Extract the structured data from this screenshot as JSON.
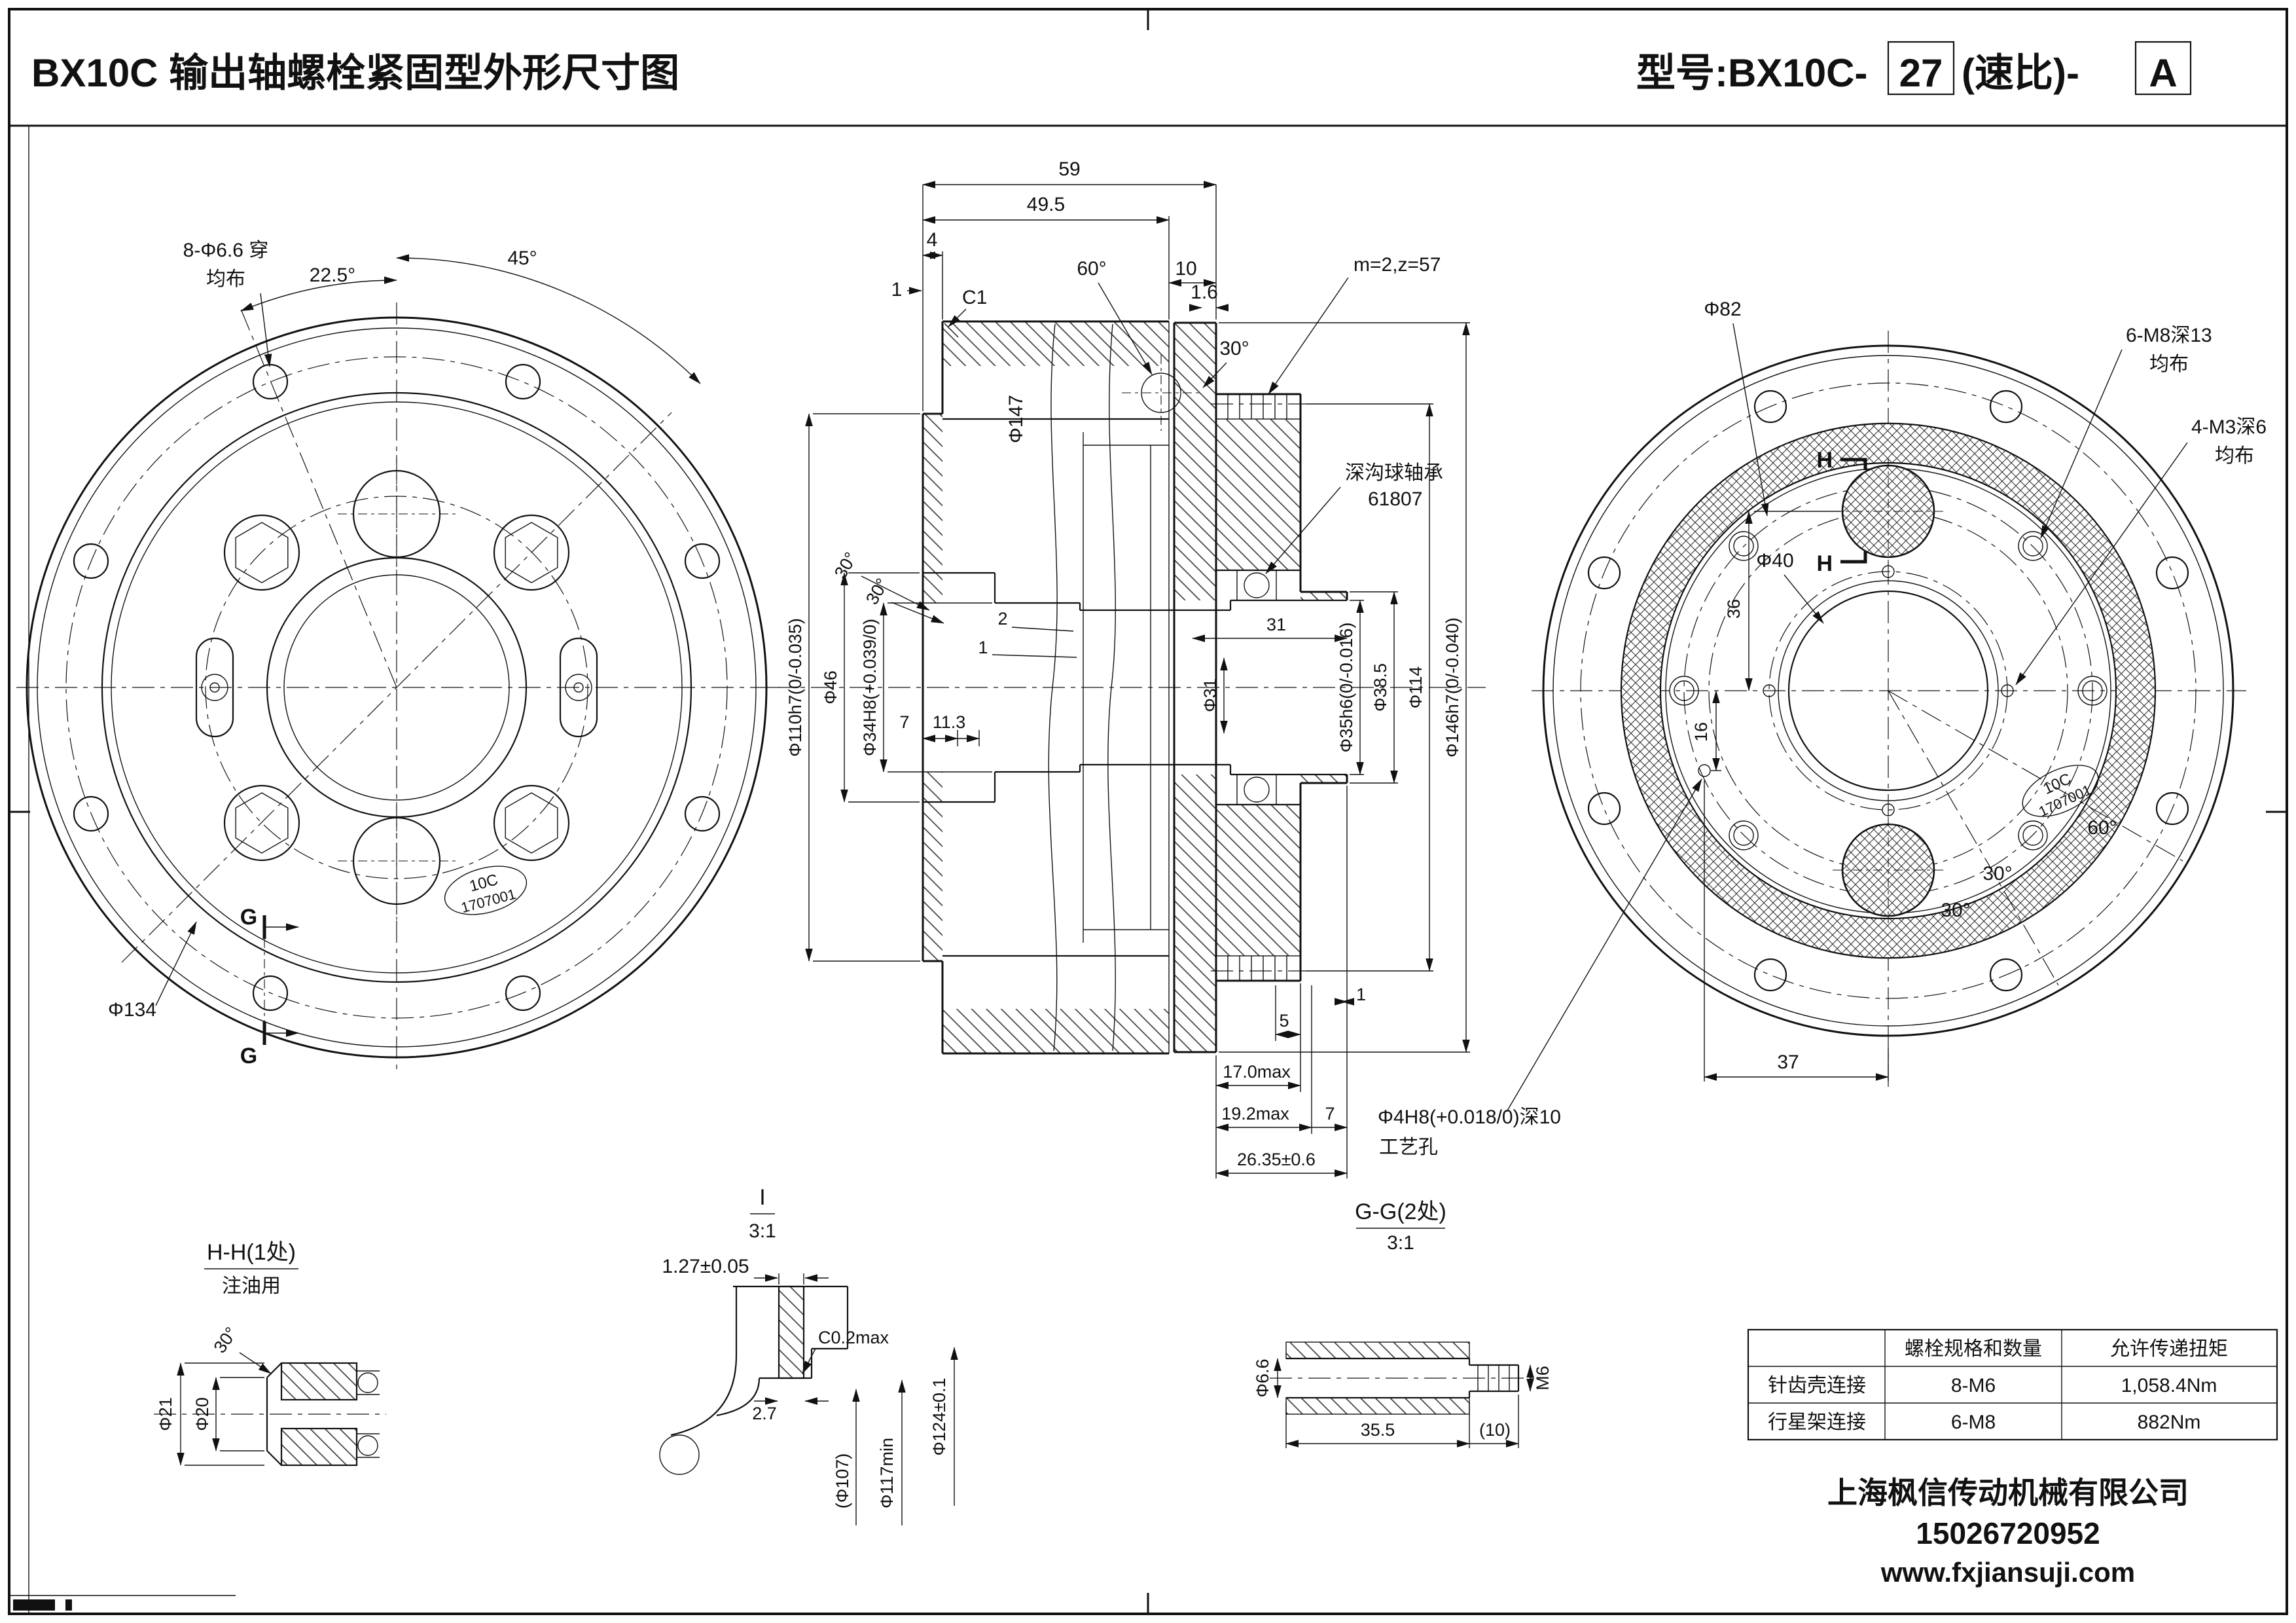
{
  "title": {
    "left": "BX10C  输出轴螺栓紧固型外形尺寸图",
    "model_prefix": "型号:BX10C-",
    "ratio": "27",
    "model_suffix": "(速比)-",
    "variant": "A"
  },
  "front": {
    "callout1": "8-Φ6.6 穿",
    "callout2": "均布",
    "a225": "22.5°",
    "a45": "45°",
    "d134": "Φ134",
    "g": "G",
    "stamp1": "10C",
    "stamp2": "1707001"
  },
  "sect": {
    "d59": "59",
    "d495": "49.5",
    "d4": "4",
    "d1l": "1",
    "c1": "C1",
    "a60": "60°",
    "d10": "10",
    "d16": "1.6",
    "a30a": "30°",
    "gear": "m=2,z=57",
    "d147": "Φ147",
    "brg1": "深沟球轴承",
    "brg2": "61807",
    "a30b": "30°",
    "a30c": "30°",
    "d2": "2",
    "d1m": "1",
    "d7a": "7",
    "d113": "11.3",
    "d110": "Φ110h7(0/-0.035)",
    "d46": "Φ46",
    "d34": "Φ34H8(+0.039/0)",
    "d31len": "31",
    "d31": "Φ31",
    "d35": "Φ35h6(0/-0.016)",
    "d385": "Φ38.5",
    "d114": "Φ114",
    "d146": "Φ146h7(0/-0.040)",
    "d1b": "1",
    "d5": "5",
    "d17": "17.0max",
    "d192": "19.2max",
    "d7b": "7",
    "d2635": "26.35±0.6"
  },
  "rear": {
    "d82": "Φ82",
    "m8a": "6-M8深13",
    "m8b": "均布",
    "m3a": "4-M3深6",
    "m3b": "均布",
    "d40": "Φ40",
    "d36": "36",
    "d16": "16",
    "h": "H",
    "a60": "60°",
    "a30a": "30°",
    "a30b": "30°",
    "d37": "37",
    "stamp1": "10C",
    "stamp2": "1707001",
    "proc1": "Φ4H8(+0.018/0)深10",
    "proc2": "工艺孔"
  },
  "hh": {
    "t": "H-H(1处)",
    "sub": "注油用",
    "a30": "30°",
    "d21": "Φ21",
    "d20": "Φ20"
  },
  "di": {
    "t": "I",
    "scale": "3:1",
    "d127": "1.27±0.05",
    "c02": "C0.2max",
    "d27": "2.7",
    "d107": "(Φ107)",
    "d117": "Φ117min",
    "d124": "Φ124±0.1"
  },
  "gg": {
    "t": "G-G(2处)",
    "scale": "3:1",
    "d66": "Φ6.6",
    "d355": "35.5",
    "d10": "(10)",
    "m6": "M6"
  },
  "table": {
    "h2": "螺栓规格和数量",
    "h3": "允许传递扭矩",
    "r1c1": "针齿壳连接",
    "r1c2": "8-M6",
    "r1c3": "1,058.4Nm",
    "r2c1": "行星架连接",
    "r2c2": "6-M8",
    "r2c3": "882Nm"
  },
  "company": {
    "name": "上海枫信传动机械有限公司",
    "phone": "15026720952",
    "site": "www.fxjiansuji.com"
  }
}
